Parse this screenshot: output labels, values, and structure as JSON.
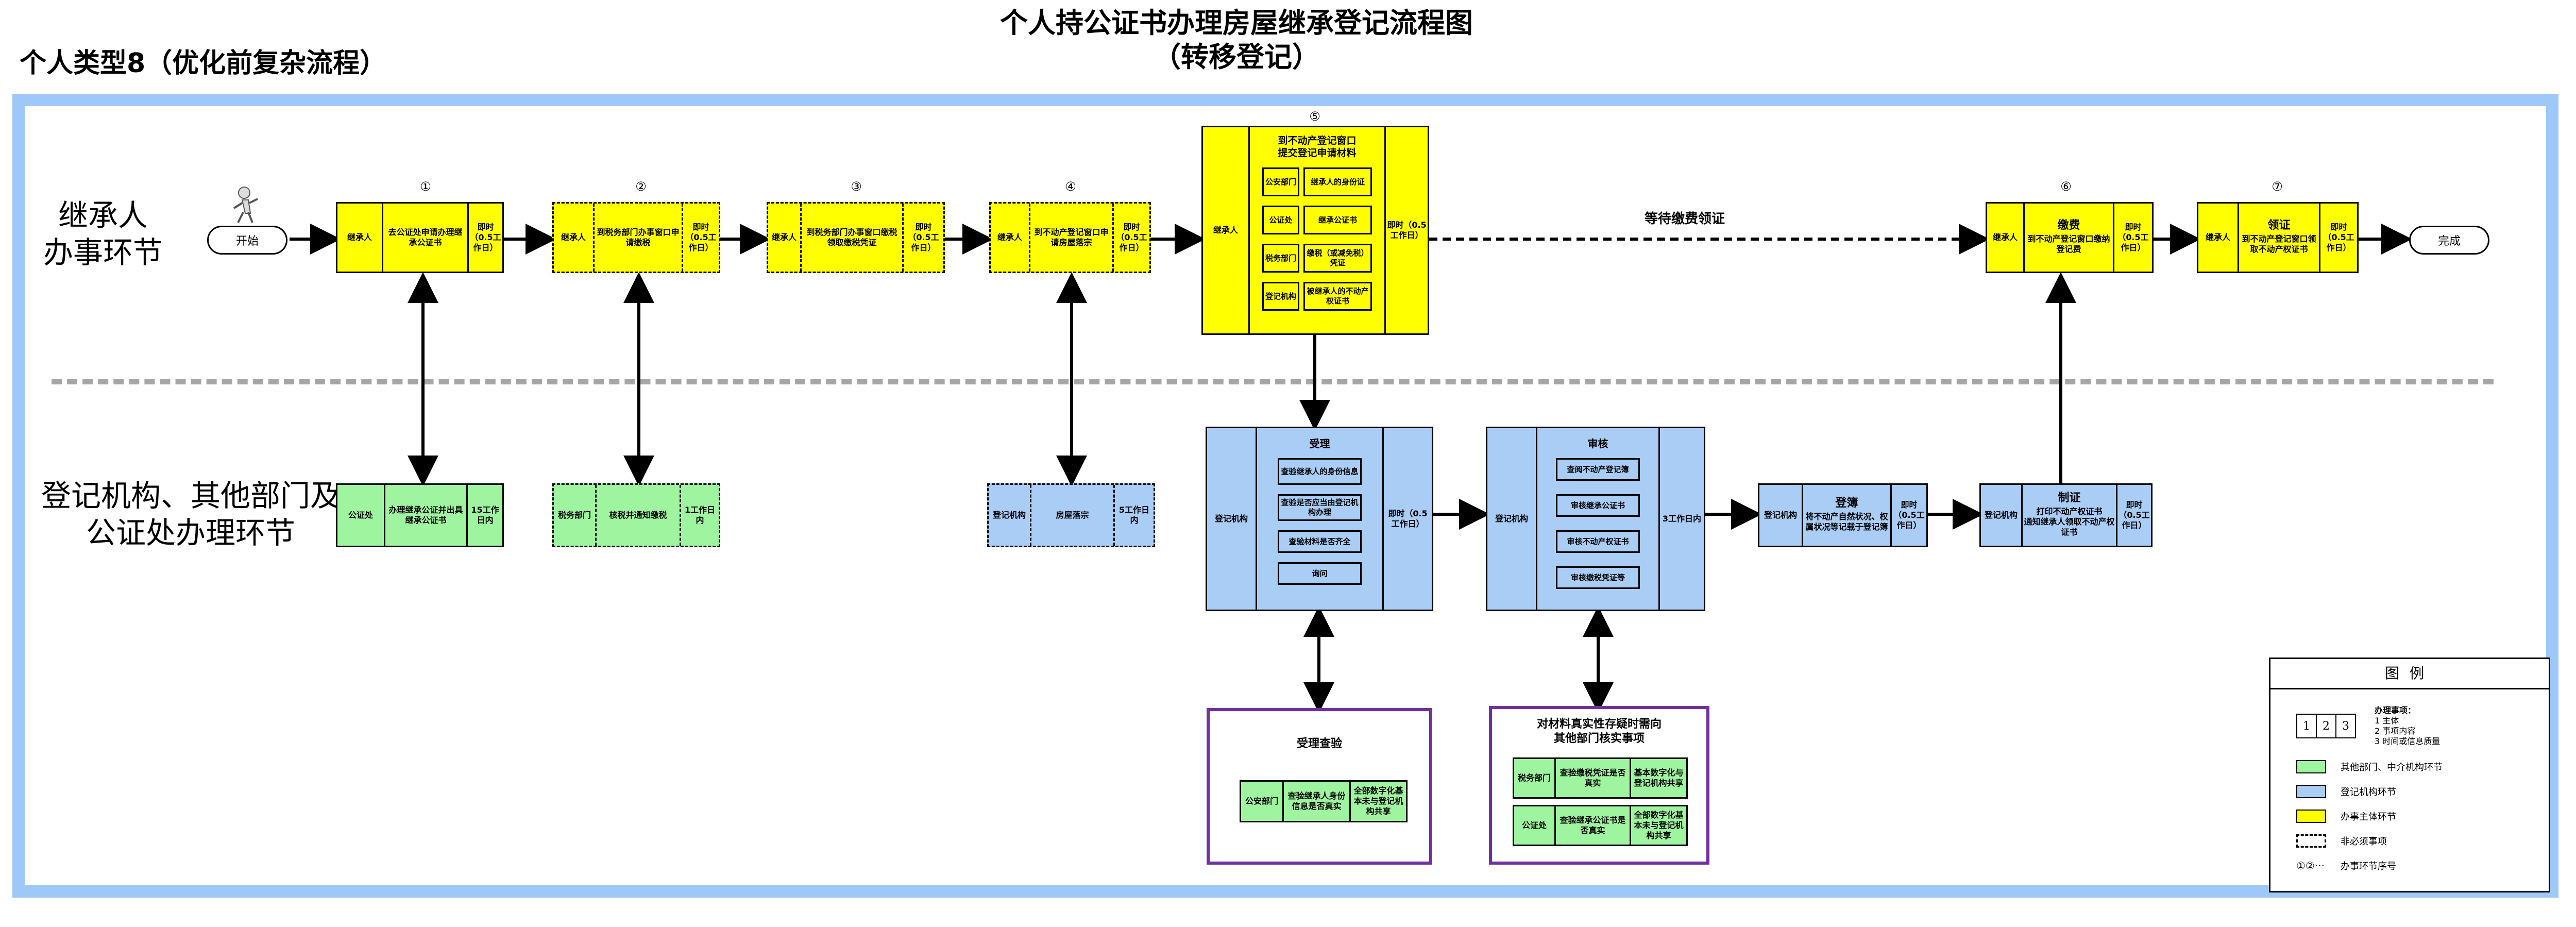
{
  "title": {
    "line1": "个人持公证书办理房屋继承登记流程图",
    "line2": "（转移登记）"
  },
  "subtitle": "个人类型8（优化前复杂流程）",
  "lanes": {
    "top": "继承人\n办事环节",
    "bottom": "登记机构、其他部门及\n公证处办理环节"
  },
  "terminals": {
    "start": "开始",
    "end": "完成"
  },
  "numbers": [
    "①",
    "②",
    "③",
    "④",
    "⑤",
    "⑥",
    "⑦"
  ],
  "top_steps": [
    {
      "actor": "继承人",
      "content": "去公证处申请办理继承公证书",
      "time": "即时（0.5工作日）"
    },
    {
      "actor": "继承人",
      "content": "到税务部门办事窗口申请缴税",
      "time": "即时（0.5工作日）"
    },
    {
      "actor": "继承人",
      "content": "到税务部门办事窗口缴税\n领取缴税凭证",
      "time": "即时（0.5工作日）"
    },
    {
      "actor": "继承人",
      "content": "到不动产登记窗口申请房屋落宗",
      "time": "即时（0.5工作日）"
    },
    {
      "actor": "继承人",
      "head": "到不动产登记窗口\n提交登记申请材料",
      "items": [
        {
          "dept": "公安部门",
          "doc": "继承人的身份证"
        },
        {
          "dept": "公证处",
          "doc": "继承公证书"
        },
        {
          "dept": "税务部门",
          "doc": "缴税（或减免税）凭证"
        },
        {
          "dept": "登记机构",
          "doc": "被继承人的不动产权证书"
        }
      ],
      "time": "即时（0.5工作日）"
    },
    {
      "actor": "继承人",
      "head": "缴费",
      "content": "到不动产登记窗口缴纳登记费",
      "time": "即时（0.5工作日）"
    },
    {
      "actor": "继承人",
      "head": "领证",
      "content": "到不动产登记窗口领取不动产权证书",
      "time": "即时（0.5工作日）"
    }
  ],
  "wait_label": "等待缴费领证",
  "bottom_steps": [
    {
      "actor": "公证处",
      "content": "办理继承公证并出具继承公证书",
      "time": "15工作日内"
    },
    {
      "actor": "税务部门",
      "content": "核税并通知缴税",
      "time": "1工作日内"
    },
    {
      "actor": "登记机构",
      "content": "房屋落宗",
      "time": "5工作日内"
    },
    {
      "actor": "登记机构",
      "head": "受理",
      "items": [
        "查验继承人的身份信息",
        "查验是否应当由登记机构办理",
        "查验材料是否齐全",
        "询问"
      ],
      "time": "即时（0.5工作日）"
    },
    {
      "actor": "登记机构",
      "head": "审核",
      "items": [
        "查阅不动产登记簿",
        "审核继承公证书",
        "审核不动产权证书",
        "审核缴税凭证等"
      ],
      "time": "3工作日内"
    },
    {
      "actor": "登记机构",
      "head": "登簿",
      "content": "将不动产自然状况、权属状况等记载于登记簿",
      "time": "即时（0.5工作日）"
    },
    {
      "actor": "登记机构",
      "head": "制证",
      "content": "打印不动产权证书\n通知继承人领取不动产权证书",
      "time": "即时（0.5工作日）"
    }
  ],
  "verify_boxes": [
    {
      "title": "受理查验",
      "rows": [
        {
          "dept": "公安部门",
          "task": "查验继承人身份信息是否真实",
          "share": "全部数字化基本未与登记机构共享"
        }
      ]
    },
    {
      "title": "对材料真实性存疑时需向\n其他部门核实事项",
      "rows": [
        {
          "dept": "税务部门",
          "task": "查验缴税凭证是否真实",
          "share": "基本数字化与登记机构共享"
        },
        {
          "dept": "公证处",
          "task": "查验继承公证书是否真实",
          "share": "全部数字化基本未与登记机构共享"
        }
      ]
    }
  ],
  "legend": {
    "title": "图例",
    "numbox": [
      "1",
      "2",
      "3"
    ],
    "numbox_heading": "办理事项：",
    "numbox_items": [
      "1 主体",
      "2 事项内容",
      "3 时间或信息质量"
    ],
    "green": "其他部门、中介机构环节",
    "blue": "登记机构环节",
    "yellow": "办事主体环节",
    "dashed": "非必须事项",
    "sequence_mark": "①②···",
    "sequence": "办事环节序号"
  },
  "colors": {
    "yellow": "#ffff00",
    "green": "#9ff59f",
    "blue": "#a9cdf5",
    "frame": "#9ec8f7",
    "purple": "#7030a0"
  }
}
